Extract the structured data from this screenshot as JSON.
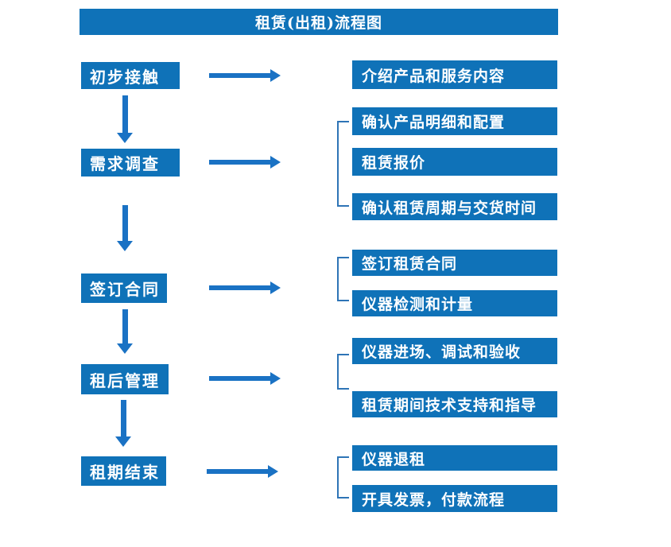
{
  "title": "租赁(出租)流程图",
  "colors": {
    "box_blue": "#0f72b8",
    "arrow_blue": "#1a72c4",
    "bracket_blue": "#2e74b6",
    "text": "#ffffff"
  },
  "steps": [
    {
      "label": "初步接触",
      "outputs": [
        "介绍产品和服务内容"
      ]
    },
    {
      "label": "需求调查",
      "outputs": [
        "确认产品明细和配置",
        "租赁报价",
        "确认租赁周期与交货时间"
      ]
    },
    {
      "label": "签订合同",
      "outputs": [
        "签订租赁合同",
        "仪器检测和计量"
      ]
    },
    {
      "label": "租后管理",
      "outputs": [
        "仪器进场、调试和验收",
        "租赁期间技术支持和指导"
      ]
    },
    {
      "label": "租期结束",
      "outputs": [
        "仪器退租",
        "开具发票，付款流程"
      ]
    }
  ]
}
